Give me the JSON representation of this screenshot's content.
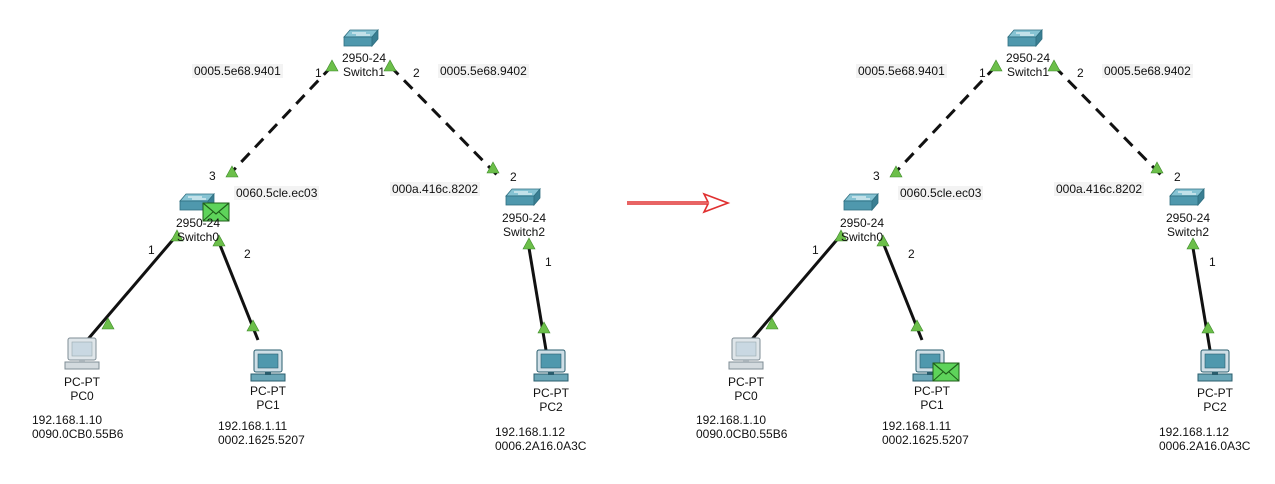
{
  "panels": [
    {
      "switch1": {
        "model": "2950-24",
        "name": "Switch1",
        "port1": "1",
        "port2": "2",
        "mac1": "0005.5e68.9401",
        "mac2": "0005.5e68.9402"
      },
      "switch0": {
        "model": "2950-24",
        "name": "Switch0",
        "port3": "3",
        "port1": "1",
        "port2": "2",
        "mac3": "0060.5cle.ec03"
      },
      "switch2": {
        "model": "2950-24",
        "name": "Switch2",
        "port2": "2",
        "port1": "1",
        "mac2": "000a.416c.8202"
      },
      "pc0": {
        "type": "PC-PT",
        "name": "PC0",
        "ip": "192.168.1.10",
        "mac": "0090.0CB0.55B6"
      },
      "pc1": {
        "type": "PC-PT",
        "name": "PC1",
        "ip": "192.168.1.11",
        "mac": "0002.1625.5207"
      },
      "pc2": {
        "type": "PC-PT",
        "name": "PC2",
        "ip": "192.168.1.12",
        "mac": "0006.2A16.0A3C"
      }
    },
    {
      "switch1": {
        "model": "2950-24",
        "name": "Switch1",
        "port1": "1",
        "port2": "2",
        "mac1": "0005.5e68.9401",
        "mac2": "0005.5e68.9402"
      },
      "switch0": {
        "model": "2950-24",
        "name": "Switch0",
        "port3": "3",
        "port1": "1",
        "port2": "2",
        "mac3": "0060.5cle.ec03"
      },
      "switch2": {
        "model": "2950-24",
        "name": "Switch2",
        "port2": "2",
        "port1": "1",
        "mac2": "000a.416c.8202"
      },
      "pc0": {
        "type": "PC-PT",
        "name": "PC0",
        "ip": "192.168.1.10",
        "mac": "0090.0CB0.55B6"
      },
      "pc1": {
        "type": "PC-PT",
        "name": "PC1",
        "ip": "192.168.1.11",
        "mac": "0002.1625.5207"
      },
      "pc2": {
        "type": "PC-PT",
        "name": "PC2",
        "ip": "192.168.1.12",
        "mac": "0006.2A16.0A3C"
      }
    }
  ],
  "colors": {
    "link": "#111111",
    "port_up": "#6cbf4a",
    "switch": "#4f98ad",
    "arrow": "#e03030",
    "envelope": "#5ed35a"
  },
  "icons": {
    "switch": "switch-icon",
    "pc": "pc-icon",
    "packet": "envelope-icon",
    "link_status": "triangle-icon",
    "transition": "arrow-right-icon"
  }
}
